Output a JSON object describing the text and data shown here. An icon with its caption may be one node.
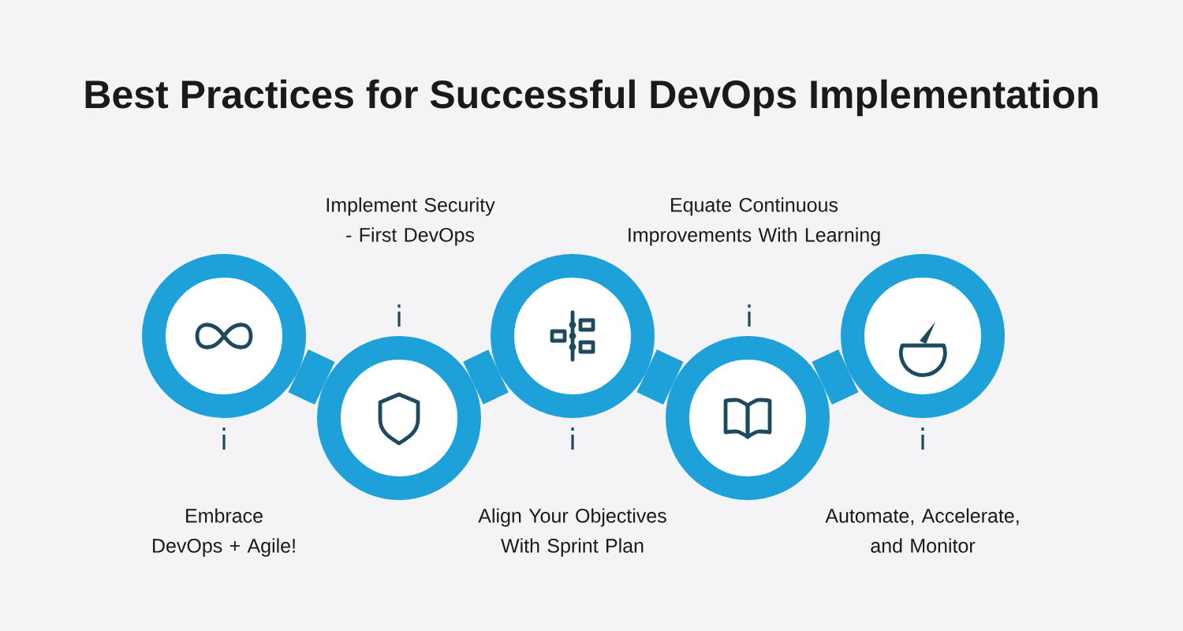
{
  "diagram": {
    "title": "Best Practices for Successful DevOps Implementation",
    "nodes": [
      {
        "text": [],
        "shape": "circle"
      },
      {
        "text": [],
        "shape": "circle"
      },
      {
        "text": [],
        "shape": "circle"
      },
      {
        "text": [],
        "shape": "circle"
      },
      {
        "text": [],
        "shape": "circle"
      },
      {
        "text": [
          "Embrace DevOps + Agile!"
        ]
      },
      {
        "text": [
          "Implement Security - First DevOps"
        ]
      },
      {
        "text": [
          "Align Your Objectives With Sprint Plan"
        ]
      },
      {
        "text": [
          "Equate Continuous Improvements With Learning"
        ]
      },
      {
        "text": [
          "Automate, Accelerate, and Monitor"
        ]
      }
    ],
    "edges": [
      {
        "from": 0,
        "to": 1,
        "arrow": "none"
      },
      {
        "from": 1,
        "to": 2,
        "arrow": "none"
      },
      {
        "from": 2,
        "to": 3,
        "arrow": "none"
      },
      {
        "from": 3,
        "to": 4,
        "arrow": "none"
      }
    ]
  }
}
